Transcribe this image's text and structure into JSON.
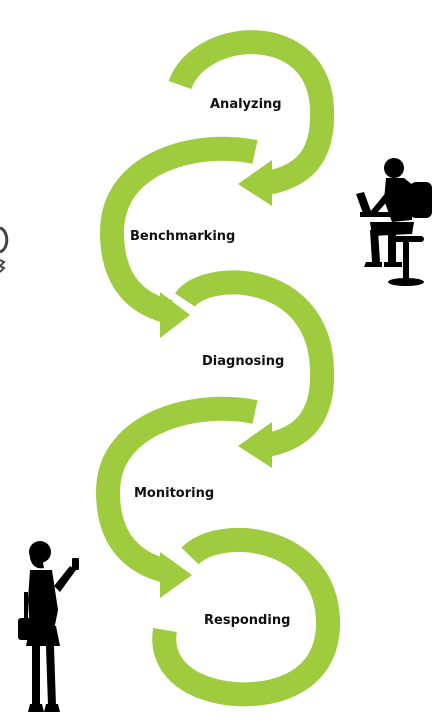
{
  "diagram": {
    "accent_color": "#9fcb3f",
    "silhouette_color": "#000000",
    "steps": [
      {
        "label": "Analyzing"
      },
      {
        "label": "Benchmarking"
      },
      {
        "label": "Diagnosing"
      },
      {
        "label": "Monitoring"
      },
      {
        "label": "Responding"
      }
    ],
    "figures": [
      {
        "icon": "person-with-laptop-icon"
      },
      {
        "icon": "person-with-phone-icon"
      }
    ]
  }
}
